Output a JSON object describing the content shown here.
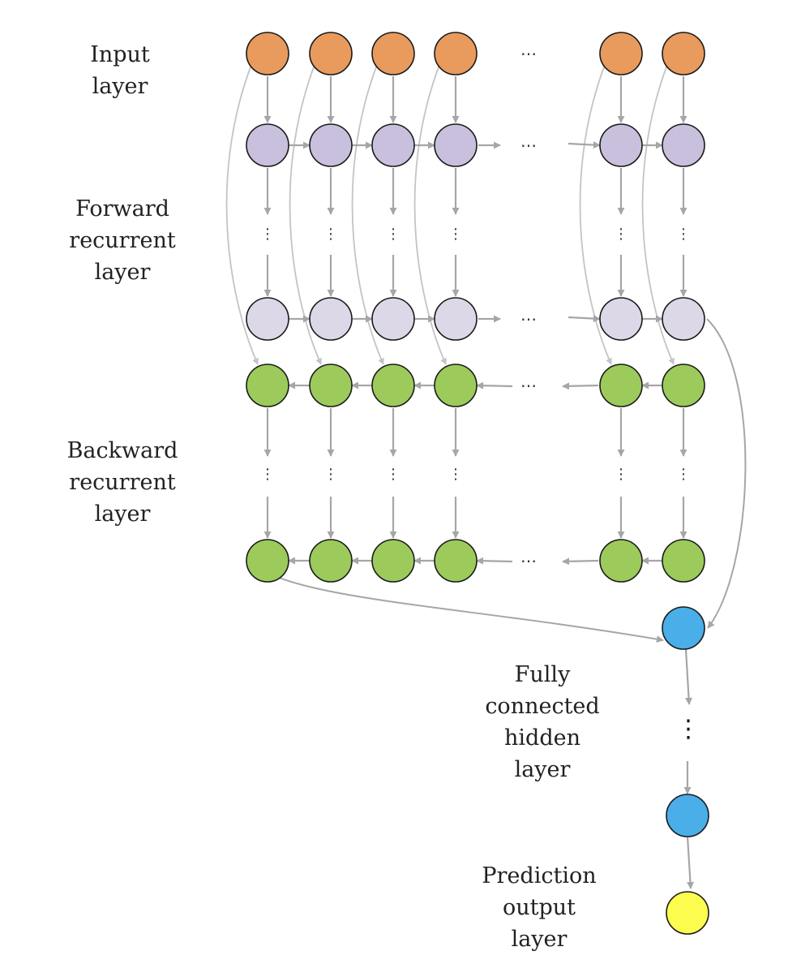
{
  "labels": {
    "input": [
      "Input",
      "layer"
    ],
    "forward": [
      "Forward",
      "recurrent",
      "layer"
    ],
    "backward": [
      "Backward",
      "recurrent",
      "layer"
    ],
    "fully_connected": [
      "Fully",
      "connected",
      "hidden",
      "layer"
    ],
    "prediction": [
      "Prediction",
      "output",
      "layer"
    ]
  },
  "ellipsis": "…",
  "vertical_dots": "⋮",
  "colors": {
    "input_node": "#e89b5d",
    "forward_first_node": "#c8c0dc",
    "forward_last_node": "#dcd8e8",
    "backward_node": "#9ccb5c",
    "hidden_node": "#4aaee8",
    "output_node": "#fdfd4f",
    "arrow": "#a6a6a6",
    "skip_line": "#c4c4c4",
    "node_stroke": "#1a1a1a"
  }
}
